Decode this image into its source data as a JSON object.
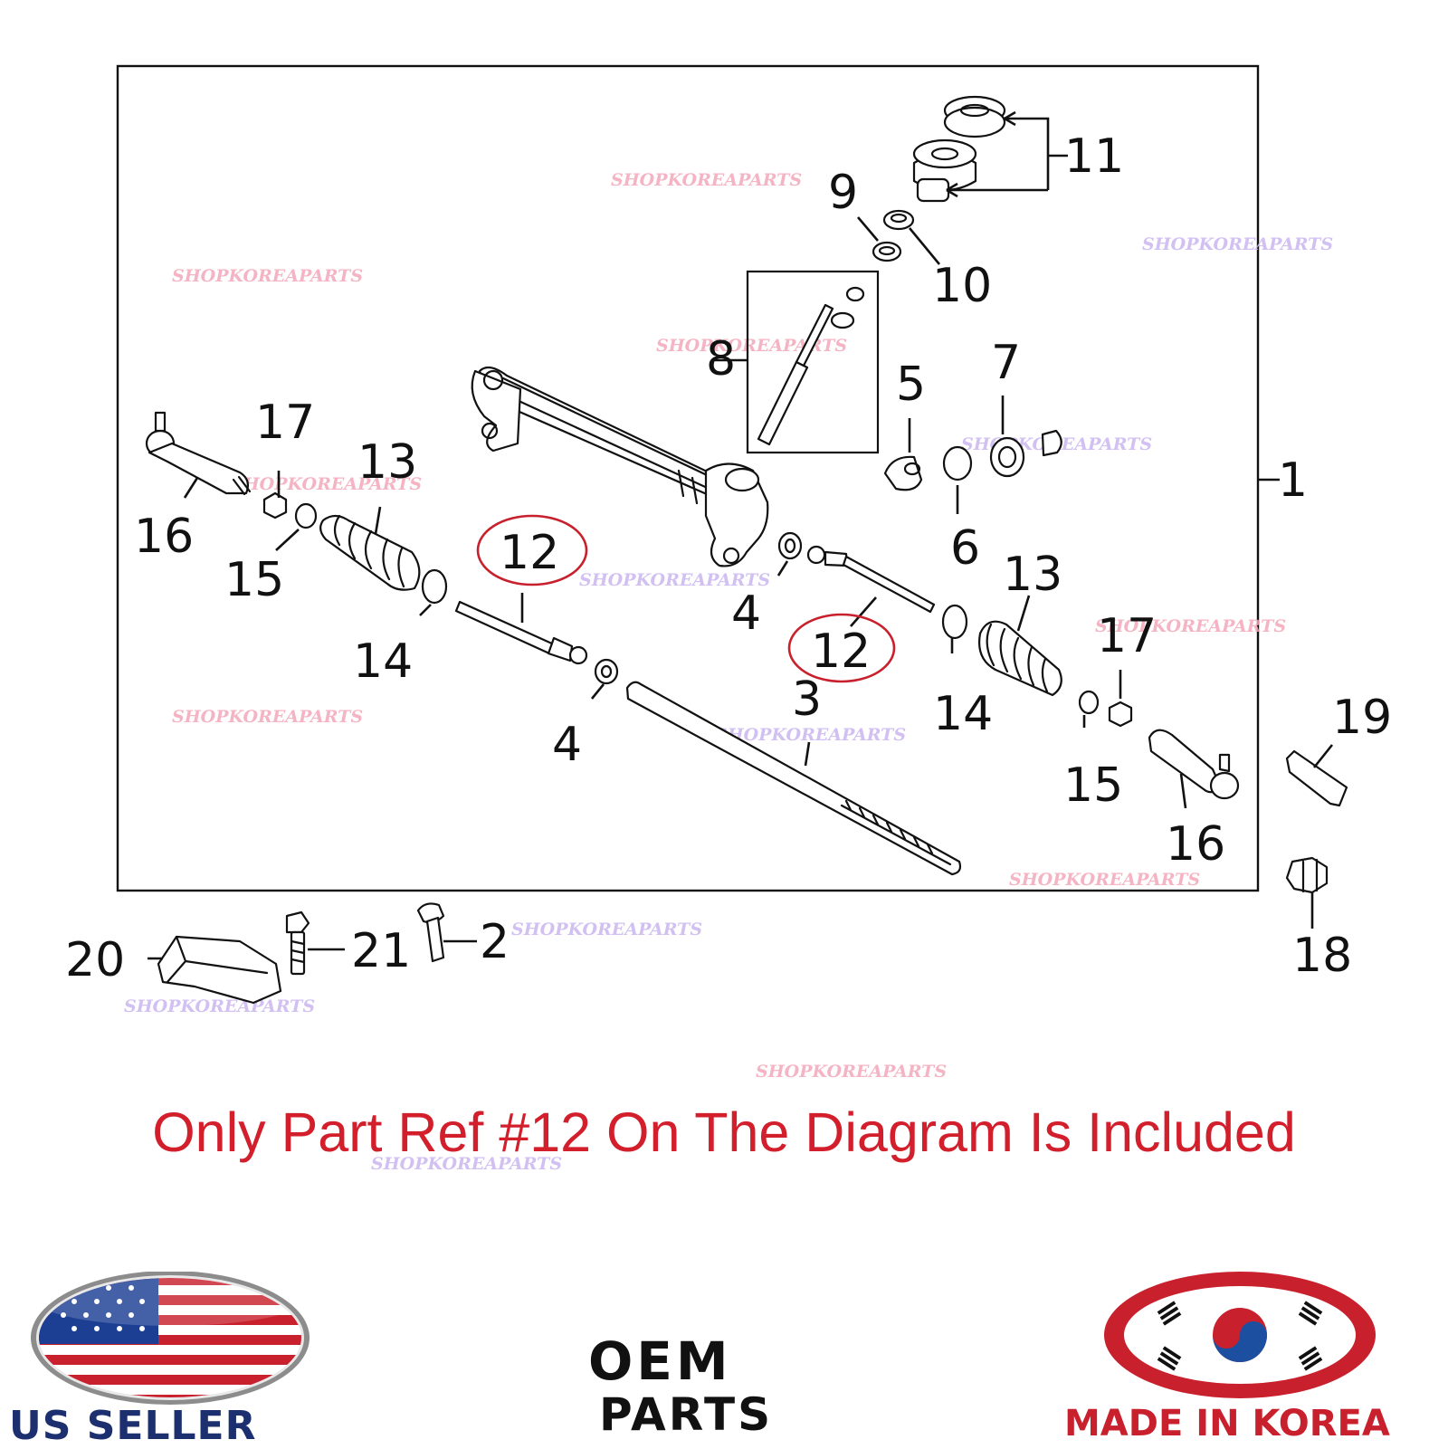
{
  "diagram": {
    "callouts": {
      "c1": "1",
      "c2": "2",
      "c3": "3",
      "c4a": "4",
      "c4b": "4",
      "c5": "5",
      "c6": "6",
      "c7": "7",
      "c8": "8",
      "c9": "9",
      "c10": "10",
      "c11": "11",
      "c12a": "12",
      "c12b": "12",
      "c13a": "13",
      "c13b": "13",
      "c14a": "14",
      "c14b": "14",
      "c15a": "15",
      "c15b": "15",
      "c16a": "16",
      "c16b": "16",
      "c17a": "17",
      "c17b": "17",
      "c18": "18",
      "c19": "19",
      "c20": "20",
      "c21": "21"
    },
    "highlighted_part": "12",
    "highlight_color": "#c8202c",
    "watermark": "SHOPKOREAPARTS"
  },
  "notice": "Only Part Ref #12 On The Diagram Is Included",
  "badges": {
    "us": "US SELLER",
    "oem_line1": "OEM",
    "oem_line2": "PARTS",
    "korea": "MADE IN KOREA"
  },
  "colors": {
    "notice": "#d31e2c",
    "us_blue": "#1c2f6e",
    "korea_red": "#c8202c"
  }
}
